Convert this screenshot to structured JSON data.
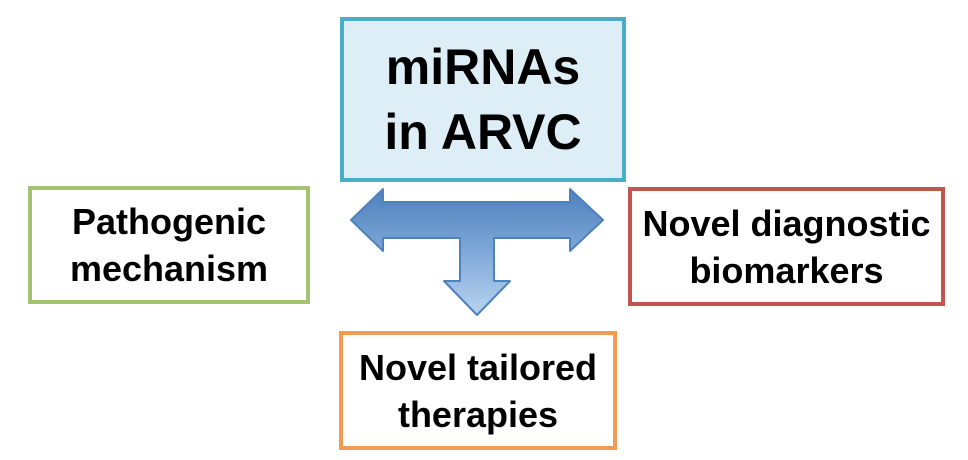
{
  "diagram": {
    "center": {
      "line1": "miRNAs",
      "line2": "in ARVC"
    },
    "left": {
      "line1": "Pathogenic",
      "line2": "mechanism"
    },
    "right": {
      "line1": "Novel diagnostic",
      "line2": "biomarkers"
    },
    "bottom": {
      "line1": "Novel tailored",
      "line2": "therapies"
    }
  },
  "colors": {
    "background": "#ffffff",
    "text": "#000000",
    "box_fill": "#ffffff",
    "center_border": "#4bacc6",
    "center_fill": "#ddeef6",
    "left_border": "#a3c373",
    "right_border": "#c0564f",
    "bottom_border": "#f49b53",
    "arrow_top": "#4d80bb",
    "arrow_mid": "#7fa8d9",
    "arrow_bottom": "#b9d4f0",
    "arrow_stroke": "#4f81bd"
  }
}
